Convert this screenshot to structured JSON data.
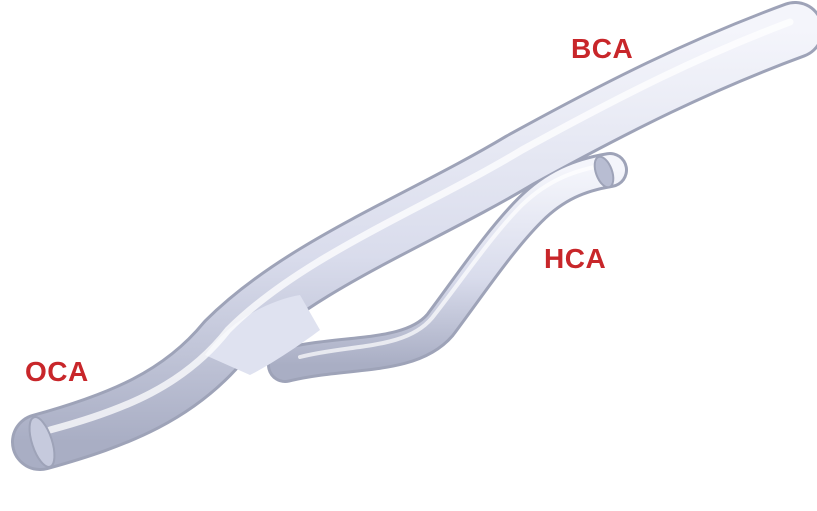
{
  "labels": {
    "bca": "BCA",
    "hca": "HCA",
    "oca": "OCA"
  },
  "colors": {
    "label": "#c8262a",
    "vessel_fill": "#e6e8f4",
    "vessel_shadow": "#9ea3b8",
    "vessel_highlight": "#ffffff",
    "background": "#ffffff"
  }
}
